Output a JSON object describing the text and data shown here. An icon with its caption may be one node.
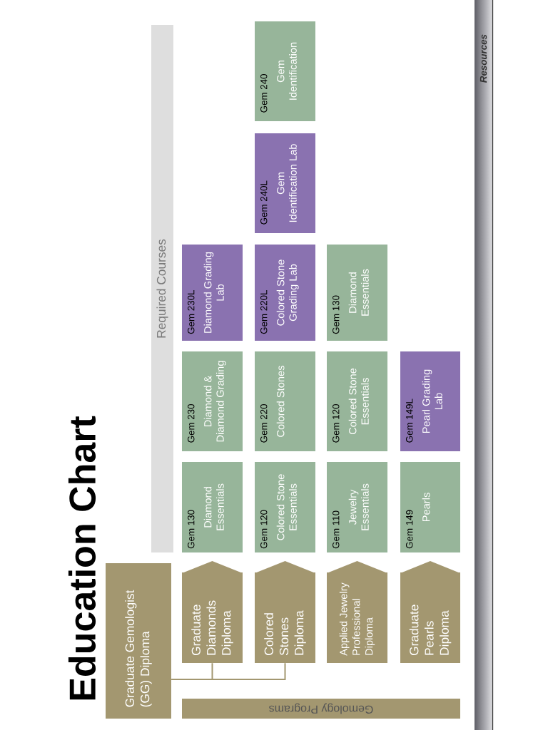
{
  "diagram": {
    "title": "Education Chart",
    "nodes": [
      {
        "text": [
          "Graduate Gemologist (GG) Diploma"
        ]
      },
      {
        "text": [
          "Graduate Diamonds Diploma"
        ]
      },
      {
        "text": [
          "Colored Stones Diploma"
        ]
      },
      {
        "text": [
          "Applied Jewelry Professional Diploma"
        ]
      },
      {
        "text": [
          "Graduate Pearls Diploma"
        ]
      },
      {
        "text": [
          "Gemology Programs"
        ]
      },
      {
        "text": [
          "Required Courses"
        ]
      },
      {
        "text": [
          "Gem 130",
          "Diamond Essentials"
        ]
      },
      {
        "text": [
          "Gem 230",
          "Diamond & Diamond Grading"
        ]
      },
      {
        "text": [
          "Gem 230L",
          "Diamond Grading Lab"
        ]
      },
      {
        "text": [
          "Gem 120",
          "Colored Stone Essentials"
        ]
      },
      {
        "text": [
          "Gem 220",
          "Colored Stones"
        ]
      },
      {
        "text": [
          "Gem 220L",
          "Colored Stone Grading Lab"
        ]
      },
      {
        "text": [
          "Gem 240L",
          "Gem Identification Lab"
        ]
      },
      {
        "text": [
          "Gem 240",
          "Gem Identification"
        ]
      },
      {
        "text": [
          "Gem 110",
          "Jewelry Essentials"
        ]
      },
      {
        "text": [
          "Gem 120",
          "Colored Stone Essentials"
        ]
      },
      {
        "text": [
          "Gem 130",
          "Diamond Essentials"
        ]
      },
      {
        "text": [
          "Gem 149",
          "Pearls"
        ]
      },
      {
        "text": [
          "Gem 149L",
          "Pearl Grading Lab"
        ]
      },
      {
        "text": [
          "Resources"
        ]
      }
    ],
    "edges": [
      {
        "from": 0,
        "to": 1,
        "arrow": "none"
      },
      {
        "from": 0,
        "to": 2,
        "arrow": "none"
      }
    ]
  }
}
